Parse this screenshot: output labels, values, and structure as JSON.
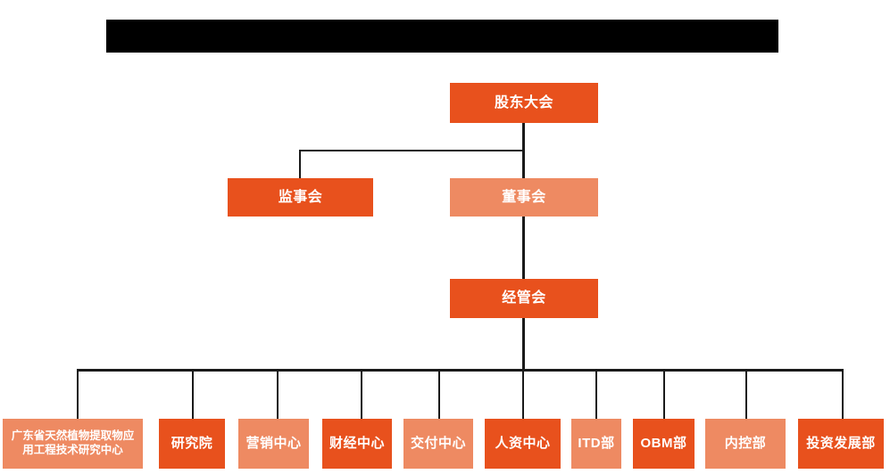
{
  "banner": {
    "name": "redacted-title-bar",
    "redacted": true,
    "text": ""
  },
  "colors": {
    "dark_orange": "#e8511d",
    "light_orange": "#ee8a62",
    "line": "#1a1a1a",
    "background": "#ffffff",
    "banner": "#000000",
    "text": "#ffffff"
  },
  "chart": {
    "type": "org-chart",
    "levels": [
      {
        "level": 1,
        "nodes": [
          {
            "id": "shareholders",
            "label": "股东大会",
            "tone": "dark"
          }
        ]
      },
      {
        "level": 2,
        "nodes": [
          {
            "id": "supervisors",
            "label": "监事会",
            "tone": "dark"
          },
          {
            "id": "directors",
            "label": "董事会",
            "tone": "light"
          }
        ]
      },
      {
        "level": 3,
        "nodes": [
          {
            "id": "management",
            "label": "经管会",
            "tone": "dark"
          }
        ]
      },
      {
        "level": 4,
        "nodes": [
          {
            "id": "research-center",
            "label": "广东省天然植物提取物应\n用工程技术研究中心",
            "tone": "light"
          },
          {
            "id": "institute",
            "label": "研究院",
            "tone": "dark"
          },
          {
            "id": "marketing",
            "label": "营销中心",
            "tone": "light"
          },
          {
            "id": "finance",
            "label": "财经中心",
            "tone": "dark"
          },
          {
            "id": "delivery",
            "label": "交付中心",
            "tone": "light"
          },
          {
            "id": "hr",
            "label": "人资中心",
            "tone": "dark"
          },
          {
            "id": "itd",
            "label": "ITD部",
            "tone": "light"
          },
          {
            "id": "obm",
            "label": "OBM部",
            "tone": "dark"
          },
          {
            "id": "internal-control",
            "label": "内控部",
            "tone": "light"
          },
          {
            "id": "investment",
            "label": "投资发展部",
            "tone": "dark"
          }
        ]
      }
    ],
    "edges": [
      {
        "from": "shareholders",
        "to": "supervisors"
      },
      {
        "from": "shareholders",
        "to": "directors"
      },
      {
        "from": "directors",
        "to": "management"
      },
      {
        "from": "management",
        "to": "research-center"
      },
      {
        "from": "management",
        "to": "institute"
      },
      {
        "from": "management",
        "to": "marketing"
      },
      {
        "from": "management",
        "to": "finance"
      },
      {
        "from": "management",
        "to": "delivery"
      },
      {
        "from": "management",
        "to": "hr"
      },
      {
        "from": "management",
        "to": "itd"
      },
      {
        "from": "management",
        "to": "obm"
      },
      {
        "from": "management",
        "to": "internal-control"
      },
      {
        "from": "management",
        "to": "investment"
      }
    ]
  }
}
